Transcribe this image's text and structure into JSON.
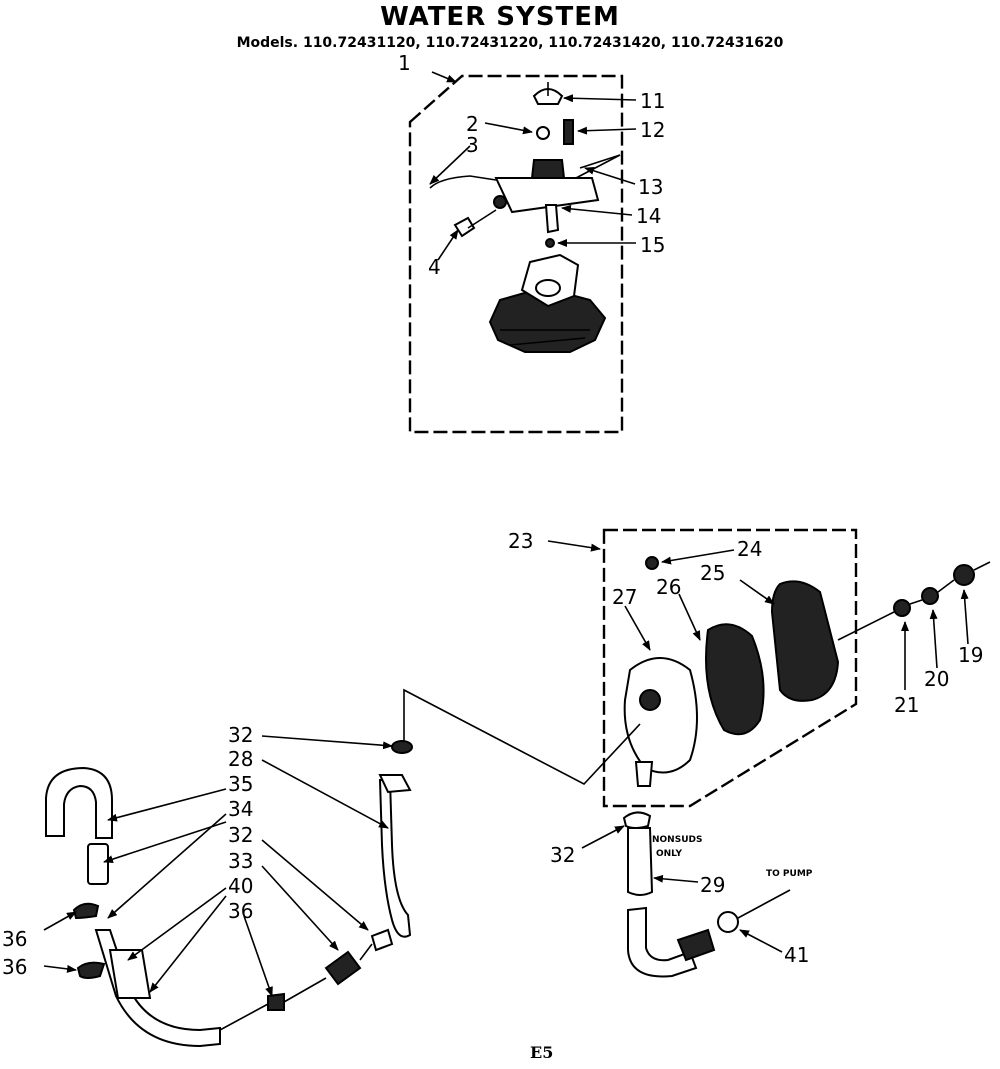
{
  "title": "WATER SYSTEM",
  "models": "Models. 110.72431120, 110.72431220, 110.72431420, 110.72431620",
  "footer": "E5",
  "labels": {
    "n1": "1",
    "n2": "2",
    "n3": "3",
    "n4": "4",
    "n11": "11",
    "n12": "12",
    "n13": "13",
    "n14": "14",
    "n15": "15",
    "n19": "19",
    "n20": "20",
    "n21": "21",
    "n23": "23",
    "n24": "24",
    "n25": "25",
    "n26": "26",
    "n27": "27",
    "n28": "28",
    "n29": "29",
    "n32a": "32",
    "n32b": "32",
    "n32c": "32",
    "n33": "33",
    "n34": "34",
    "n35": "35",
    "n36a": "36",
    "n36b": "36",
    "n36c": "36",
    "n40": "40",
    "n41": "41"
  },
  "notes": {
    "nonsuds_1": "NONSUDS",
    "nonsuds_2": "ONLY",
    "to_pump": "TO PUMP"
  }
}
